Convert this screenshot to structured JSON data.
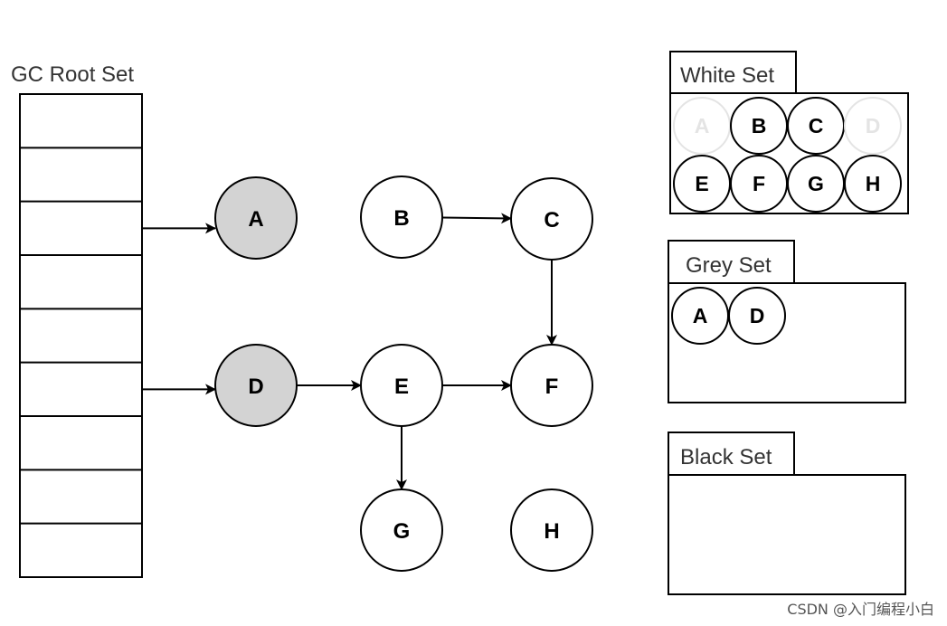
{
  "root_set": {
    "title": "GC Root Set",
    "slot_count": 9
  },
  "nodes": [
    {
      "id": "A",
      "label": "A",
      "fill": "#d3d3d3"
    },
    {
      "id": "B",
      "label": "B",
      "fill": "#ffffff"
    },
    {
      "id": "C",
      "label": "C",
      "fill": "#ffffff"
    },
    {
      "id": "D",
      "label": "D",
      "fill": "#d3d3d3"
    },
    {
      "id": "E",
      "label": "E",
      "fill": "#ffffff"
    },
    {
      "id": "F",
      "label": "F",
      "fill": "#ffffff"
    },
    {
      "id": "G",
      "label": "G",
      "fill": "#ffffff"
    },
    {
      "id": "H",
      "label": "H",
      "fill": "#ffffff"
    }
  ],
  "edges": [
    {
      "from": "root-slot-3",
      "to": "A"
    },
    {
      "from": "root-slot-6",
      "to": "D"
    },
    {
      "from": "B",
      "to": "C"
    },
    {
      "from": "C",
      "to": "F"
    },
    {
      "from": "D",
      "to": "E"
    },
    {
      "from": "E",
      "to": "F"
    },
    {
      "from": "E",
      "to": "G"
    }
  ],
  "sets": {
    "white": {
      "title": "White Set",
      "members": [
        {
          "label": "A",
          "faded": true
        },
        {
          "label": "B",
          "faded": false
        },
        {
          "label": "C",
          "faded": false
        },
        {
          "label": "D",
          "faded": true
        },
        {
          "label": "E",
          "faded": false
        },
        {
          "label": "F",
          "faded": false
        },
        {
          "label": "G",
          "faded": false
        },
        {
          "label": "H",
          "faded": false
        }
      ]
    },
    "grey": {
      "title": "Grey Set",
      "members": [
        {
          "label": "A",
          "faded": false
        },
        {
          "label": "D",
          "faded": false
        }
      ]
    },
    "black": {
      "title": "Black Set",
      "members": []
    }
  },
  "colors": {
    "stroke": "#000000",
    "grey_fill": "#d3d3d3",
    "faded": "#e4e4e4"
  },
  "watermark": "CSDN @入门编程小白"
}
